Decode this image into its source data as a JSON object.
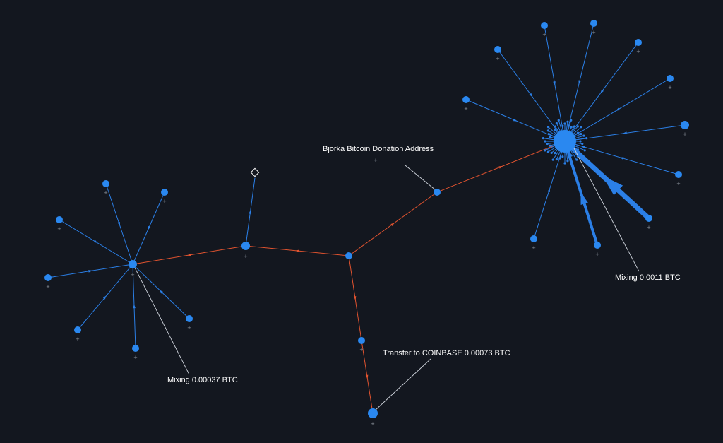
{
  "colors": {
    "background": "#13171f",
    "node": "#2a88f0",
    "edge_blue": "#2b7fe6",
    "edge_trace": "#e0532f",
    "leader_line": "#cfd4dc",
    "plus": "#8a909a",
    "label_text": "#ffffff"
  },
  "annotations": {
    "donation": "Bjorka Bitcoin Donation Address",
    "mixing_left": "Mixing 0.00037 BTC",
    "mixing_right": "Mixing 0.0011 BTC",
    "coinbase": "Transfer to COINBASE 0.00073 BTC"
  },
  "nodes": [
    {
      "id": "hub_right",
      "kind": "cluster"
    },
    {
      "id": "hub_left",
      "kind": "address"
    },
    {
      "id": "donation_addr",
      "kind": "address"
    },
    {
      "id": "mid",
      "kind": "address"
    },
    {
      "id": "mid_left",
      "kind": "address"
    },
    {
      "id": "coinbase_mid",
      "kind": "address"
    },
    {
      "id": "coinbase",
      "kind": "address"
    },
    {
      "id": "unknown",
      "kind": "unresolved-diamond"
    }
  ]
}
